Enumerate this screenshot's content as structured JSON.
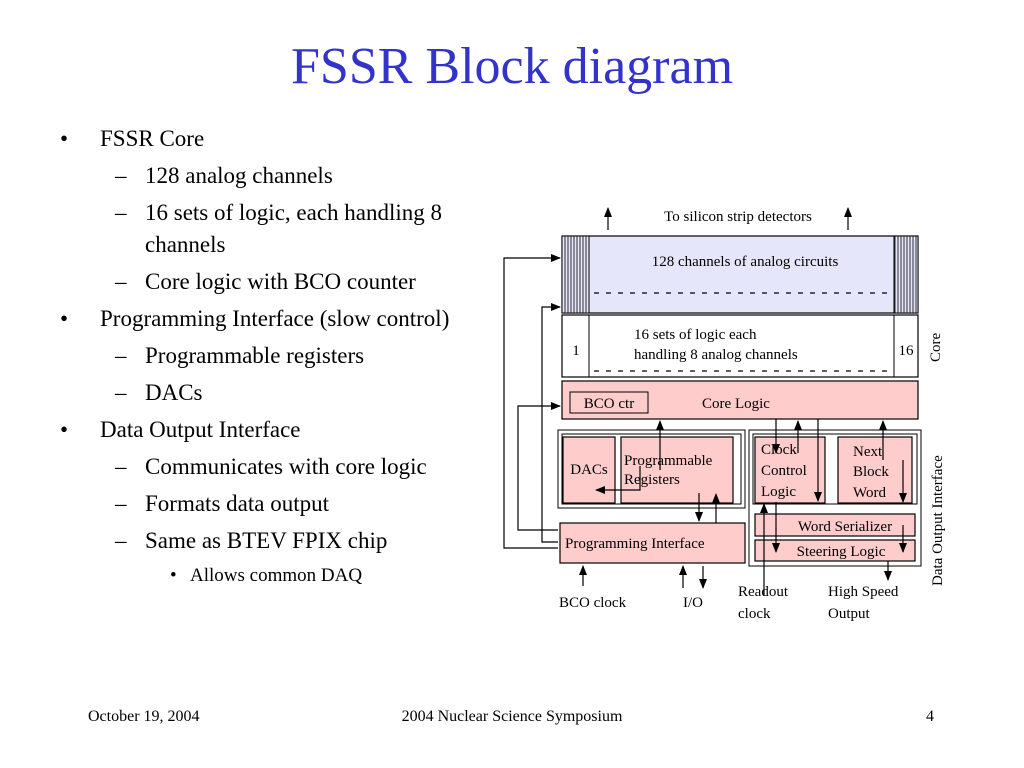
{
  "slide": {
    "title": "FSSR Block diagram"
  },
  "bullets": [
    {
      "level": 1,
      "marker": "•",
      "text": "FSSR Core"
    },
    {
      "level": 2,
      "marker": "–",
      "text": "128 analog channels"
    },
    {
      "level": 2,
      "marker": "–",
      "text": "16 sets of logic, each handling 8 channels"
    },
    {
      "level": 2,
      "marker": "–",
      "text": "Core logic with BCO counter"
    },
    {
      "level": 1,
      "marker": "•",
      "text": "Programming Interface (slow control)"
    },
    {
      "level": 2,
      "marker": "–",
      "text": "Programmable registers"
    },
    {
      "level": 2,
      "marker": "–",
      "text": "DACs"
    },
    {
      "level": 1,
      "marker": "•",
      "text": "Data Output Interface"
    },
    {
      "level": 2,
      "marker": "–",
      "text": "Communicates with core logic"
    },
    {
      "level": 2,
      "marker": "–",
      "text": "Formats data output"
    },
    {
      "level": 2,
      "marker": "–",
      "text": "Same as BTEV FPIX chip"
    },
    {
      "level": 3,
      "marker": "•",
      "text": "Allows common DAQ"
    }
  ],
  "diagram": {
    "top_label": "To silicon strip detectors",
    "analog_label": "128 channels of analog circuits",
    "logic_line1": "16 sets of logic each",
    "logic_line2": "handling 8 analog channels",
    "logic_left": "1",
    "logic_right": "16",
    "core_side": "Core",
    "bco_ctr": "BCO ctr",
    "core_logic": "Core Logic",
    "dacs": "DACs",
    "prog_reg_1": "Programmable",
    "prog_reg_2": "Registers",
    "clock_1": "Clock",
    "clock_2": "Control",
    "clock_3": "Logic",
    "next_1": "Next",
    "next_2": "Block",
    "next_3": "Word",
    "word_serializer": "Word Serializer",
    "steering_logic": "Steering Logic",
    "prog_interface": "Programming Interface",
    "doi_side": "Data Output Interface",
    "bco_clock": "BCO clock",
    "io": "I/O",
    "readout_1": "Readout",
    "readout_2": "clock",
    "hs_1": "High Speed",
    "hs_2": "Output"
  },
  "colors": {
    "title": "#3333cc",
    "analog_fill": "#e6e6fa",
    "block_fill": "#ffcccc"
  },
  "footer": {
    "date": "October 19, 2004",
    "event": "2004 Nuclear Science Symposium",
    "page": "4"
  }
}
